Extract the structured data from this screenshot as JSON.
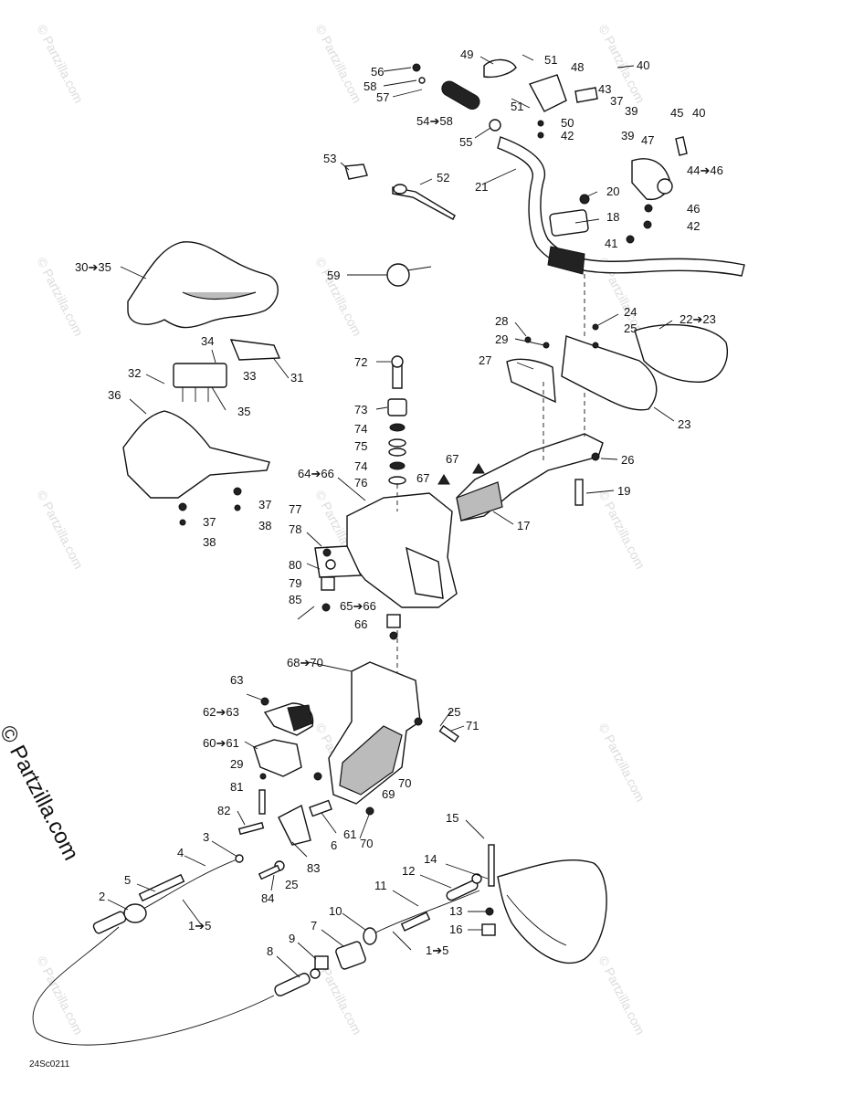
{
  "watermark_text": "© Partzilla.com",
  "side_credit": "© Partzilla.com",
  "figure_code": "24Sc0211",
  "labels": {
    "l56": "56",
    "l58": "58",
    "l57": "57",
    "l54_58": "54➔58",
    "l55": "55",
    "l49": "49",
    "l51a": "51",
    "l51b": "51",
    "l48": "48",
    "l40a": "40",
    "l43": "43",
    "l37a": "37",
    "l39a": "39",
    "l50": "50",
    "l42a": "42",
    "l45": "45",
    "l40b": "40",
    "l39b": "39",
    "l47": "47",
    "l44_46": "44➔46",
    "l53": "53",
    "l52": "52",
    "l21": "21",
    "l20": "20",
    "l18": "18",
    "l46": "46",
    "l42b": "42",
    "l41": "41",
    "l30_35": "30➔35",
    "l59": "59",
    "l34": "34",
    "l33": "33",
    "l32": "32",
    "l31": "31",
    "l35": "35",
    "l36": "36",
    "l37b": "37",
    "l37c": "37",
    "l38a": "38",
    "l38b": "38",
    "l72": "72",
    "l73": "73",
    "l74a": "74",
    "l75": "75",
    "l74b": "74",
    "l76": "76",
    "l64_66": "64➔66",
    "l28": "28",
    "l29a": "29",
    "l27": "27",
    "l24": "24",
    "l25a": "25",
    "l22_23": "22➔23",
    "l23": "23",
    "l26": "26",
    "l67a": "67",
    "l67b": "67",
    "l19": "19",
    "l17": "17",
    "l77": "77",
    "l78": "78",
    "l80": "80",
    "l79": "79",
    "l85": "85",
    "l65_66": "65➔66",
    "l66": "66",
    "l68_70": "68➔70",
    "l63": "63",
    "l62_63": "62➔63",
    "l60_61": "60➔61",
    "l29b": "29",
    "l81": "81",
    "l82": "82",
    "l25b": "25",
    "l71": "71",
    "l70a": "70",
    "l69": "69",
    "l61": "61",
    "l6": "6",
    "l70b": "70",
    "l83": "83",
    "l3": "3",
    "l4": "4",
    "l5": "5",
    "l2": "2",
    "l1_5a": "1➔5",
    "l25c": "25",
    "l84": "84",
    "l15": "15",
    "l14": "14",
    "l12": "12",
    "l11": "11",
    "l13": "13",
    "l16": "16",
    "l10": "10",
    "l1_5b": "1➔5",
    "l7": "7",
    "l9": "9",
    "l8": "8"
  }
}
